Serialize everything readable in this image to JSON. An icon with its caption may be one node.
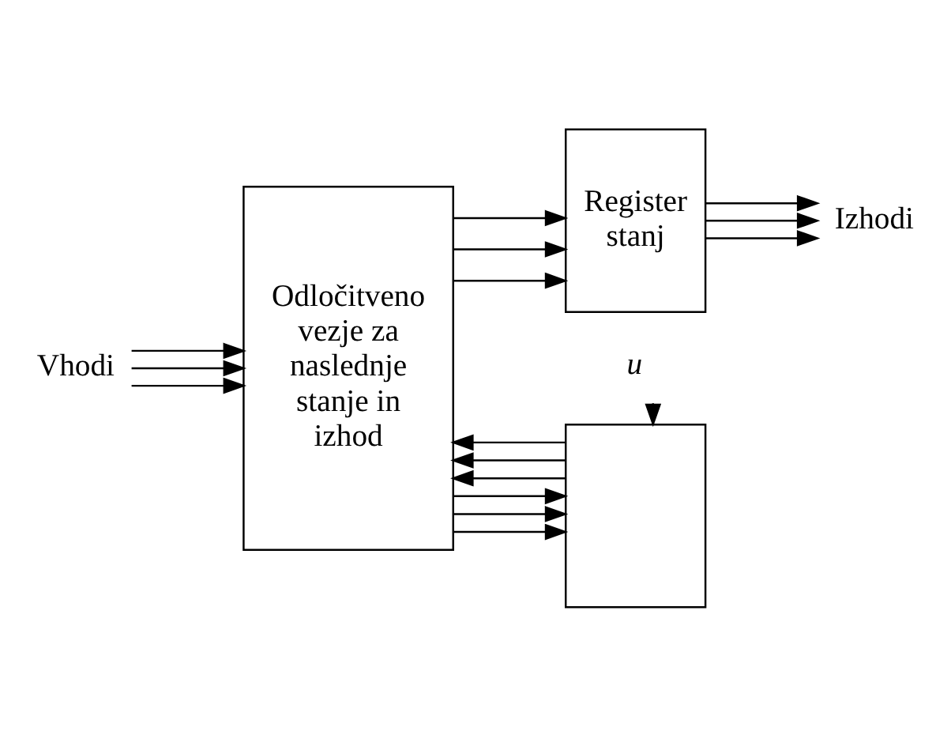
{
  "diagram": {
    "nodes": [
      {
        "text": [
          "Vhodi"
        ]
      },
      {
        "text": [
          "Odločitveno vezje za naslednje stanje in izhod"
        ]
      },
      {
        "text": [
          "Register stanj"
        ]
      },
      {
        "text": [],
        "shape": "box"
      },
      {
        "text": [
          "Izhodi"
        ]
      },
      {
        "text": [
          "u"
        ]
      }
    ],
    "edges": [
      {
        "from": 0,
        "to": 1,
        "arrow": "to"
      },
      {
        "from": 0,
        "to": 1,
        "arrow": "to"
      },
      {
        "from": 0,
        "to": 1,
        "arrow": "to"
      },
      {
        "from": 1,
        "to": 2,
        "arrow": "to"
      },
      {
        "from": 1,
        "to": 2,
        "arrow": "to"
      },
      {
        "from": 1,
        "to": 2,
        "arrow": "to"
      },
      {
        "from": 1,
        "to": 3,
        "arrow": "to"
      },
      {
        "from": 1,
        "to": 3,
        "arrow": "to"
      },
      {
        "from": 1,
        "to": 3,
        "arrow": "to"
      },
      {
        "from": 2,
        "to": 4,
        "arrow": "to"
      },
      {
        "from": 2,
        "to": 4,
        "arrow": "to"
      },
      {
        "from": 2,
        "to": 4,
        "arrow": "to"
      },
      {
        "from": 3,
        "to": 1,
        "arrow": "to"
      },
      {
        "from": 3,
        "to": 1,
        "arrow": "to"
      },
      {
        "from": 3,
        "to": 1,
        "arrow": "to"
      },
      {
        "from": 5,
        "to": 3,
        "arrow": "to"
      }
    ]
  }
}
